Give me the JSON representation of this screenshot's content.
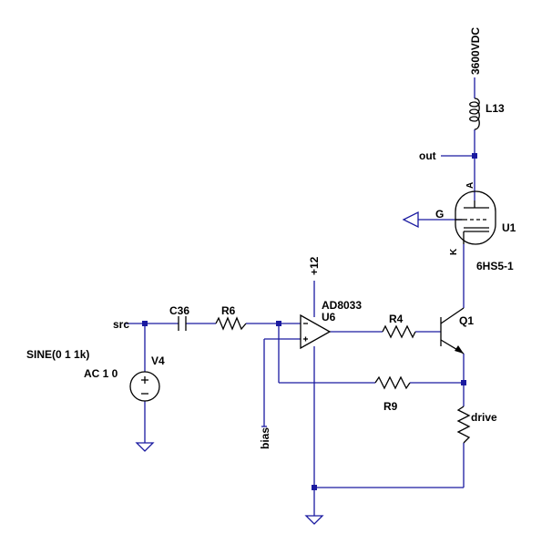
{
  "labels": {
    "supply": "3600VDC",
    "inductor": "L13",
    "out_net": "out",
    "anode": "A",
    "grid": "G",
    "cathode": "K",
    "tube_ref": "U1",
    "tube_model": "6HS5-1",
    "opamp_supply": "+12",
    "opamp_model": "AD8033",
    "opamp_ref": "U6",
    "src_net": "src",
    "cap": "C36",
    "r6": "R6",
    "r4": "R4",
    "transistor": "Q1",
    "source_spec1": "SINE(0 1 1k)",
    "source_spec2": "AC 1 0",
    "source_ref": "V4",
    "r9": "R9",
    "drive": "drive",
    "bias_net": "bias",
    "plus": "+",
    "minus": "-"
  },
  "colors": {
    "wire": "#1a1aa0",
    "component": "#000000"
  }
}
